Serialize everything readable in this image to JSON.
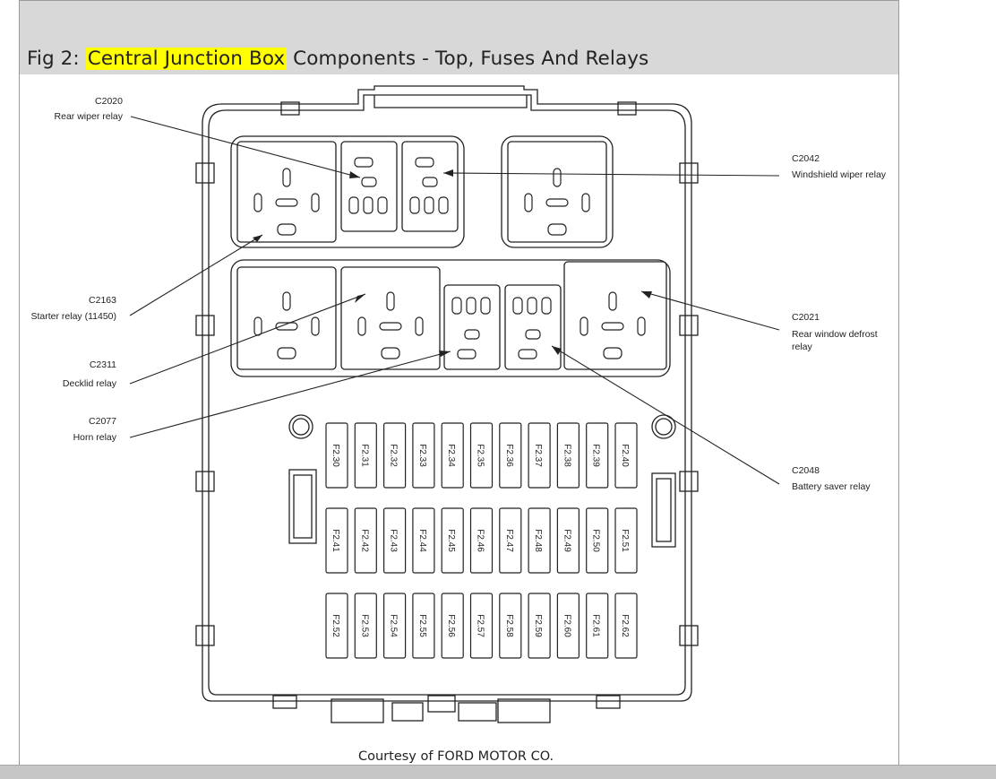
{
  "figure": {
    "prefix": "Fig 2: ",
    "highlight": "Central Junction Box",
    "suffix": " Components - Top, Fuses And Relays"
  },
  "callouts": [
    {
      "code": "C2020",
      "name": "Rear wiper relay"
    },
    {
      "code": "C2042",
      "name": "Windshield wiper relay"
    },
    {
      "code": "C2163",
      "name": "Starter relay (11450)"
    },
    {
      "code": "C2021",
      "name": "Rear window defrost relay"
    },
    {
      "code": "C2311",
      "name": "Decklid relay"
    },
    {
      "code": "C2077",
      "name": "Horn relay"
    },
    {
      "code": "C2048",
      "name": "Battery saver relay"
    }
  ],
  "fuse_rows": [
    [
      "F2.30",
      "F2.31",
      "F2.32",
      "F2.33",
      "F2.34",
      "F2.35",
      "F2.36",
      "F2.37",
      "F2.38",
      "F2.39",
      "F2.40"
    ],
    [
      "F2.41",
      "F2.42",
      "F2.43",
      "F2.44",
      "F2.45",
      "F2.46",
      "F2.47",
      "F2.48",
      "F2.49",
      "F2.50",
      "F2.51"
    ],
    [
      "F2.52",
      "F2.53",
      "F2.54",
      "F2.55",
      "F2.56",
      "F2.57",
      "F2.58",
      "F2.59",
      "F2.60",
      "F2.61",
      "F2.62"
    ]
  ],
  "credit": "Courtesy of FORD MOTOR CO.",
  "colors": {
    "highlight": "#ffff00",
    "titlebar": "#d8d8d8",
    "line": "#222222"
  }
}
